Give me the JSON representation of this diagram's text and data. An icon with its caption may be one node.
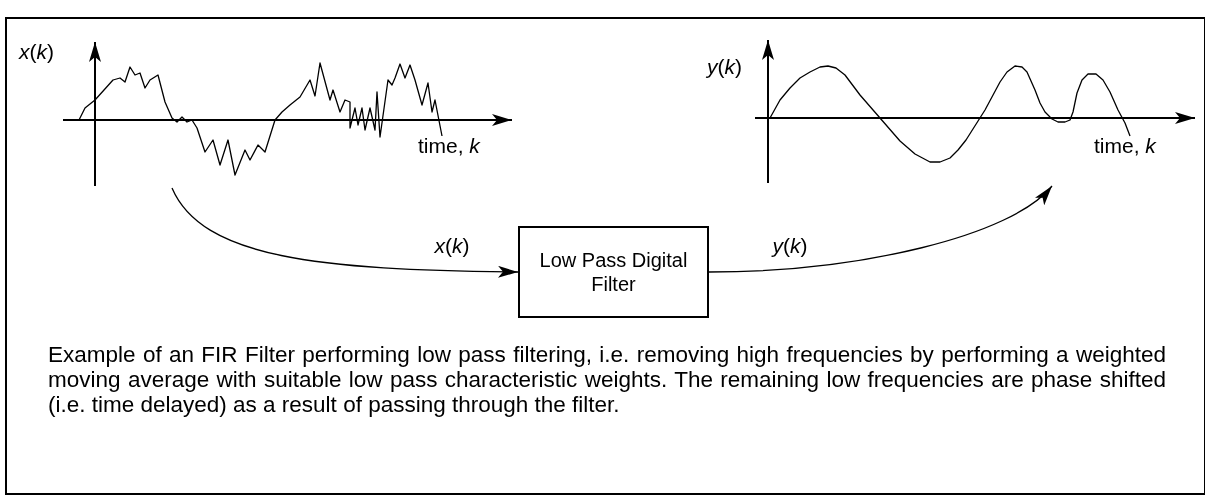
{
  "diagram": {
    "nodes": [
      {
        "text": [],
        "shape": "picture",
        "beside": [
          "*x*(*k*)"
        ]
      },
      {
        "text": [],
        "shape": "picture",
        "beside": [
          "*y*(*k*)"
        ]
      },
      {
        "text": [
          "Low Pass Digital Filter"
        ]
      }
    ],
    "edges": [
      {
        "from": 0,
        "to": 2,
        "arrow": "to",
        "label": "*x*(*k*)"
      },
      {
        "from": 2,
        "to": 1,
        "arrow": "to",
        "label": "*y*(*k*)"
      }
    ],
    "labels": [
      "time, *k*",
      "time, *k*",
      "Example of an FIR Filter performing low pass filtering, i.e. removing high frequencies by performing a weighted moving average with suitable low pass characteristic weights. The remaining low frequencies are phase shifted (i.e. time delayed) as a result of passing through the filter."
    ]
  }
}
